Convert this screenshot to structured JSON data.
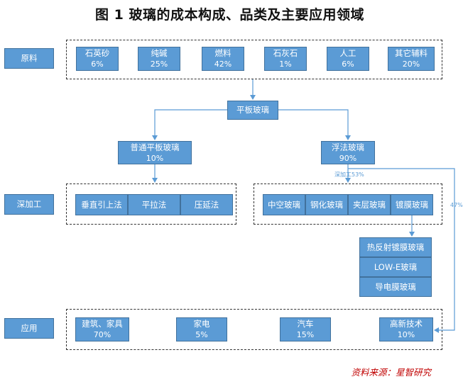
{
  "title": "图 1  玻璃的成本构成、品类及主要应用领域",
  "rows": {
    "raw": "原料",
    "deep": "深加工",
    "app": "应用"
  },
  "raw_materials": [
    {
      "name": "石英砂",
      "value": "6%"
    },
    {
      "name": "纯碱",
      "value": "25%"
    },
    {
      "name": "燃料",
      "value": "42%"
    },
    {
      "name": "石灰石",
      "value": "1%"
    },
    {
      "name": "人工",
      "value": "6%"
    },
    {
      "name": "其它辅料",
      "value": "20%"
    }
  ],
  "flat_glass": "平板玻璃",
  "ordinary": {
    "name": "普通平板玻璃",
    "value": "10%"
  },
  "float": {
    "name": "浮法玻璃",
    "value": "90%"
  },
  "deep_left": [
    "垂直引上法",
    "平拉法",
    "压延法"
  ],
  "deep_right": [
    "中空玻璃",
    "钢化玻璃",
    "夹层玻璃",
    "镀膜玻璃"
  ],
  "coated": [
    "热反射镀膜玻璃",
    "LOW-E玻璃",
    "导电膜玻璃"
  ],
  "flow_labels": {
    "deep": "深加工53%",
    "direct": "47%"
  },
  "applications": [
    {
      "name": "建筑、家具",
      "value": "70%"
    },
    {
      "name": "家电",
      "value": "5%"
    },
    {
      "name": "汽车",
      "value": "15%"
    },
    {
      "name": "高新技术",
      "value": "10%"
    }
  ],
  "source": "资料来源：星智研究",
  "colors": {
    "box": "#5b9bd5",
    "border": "#41719c",
    "line": "#5b9bd5",
    "source": "#c00000"
  }
}
